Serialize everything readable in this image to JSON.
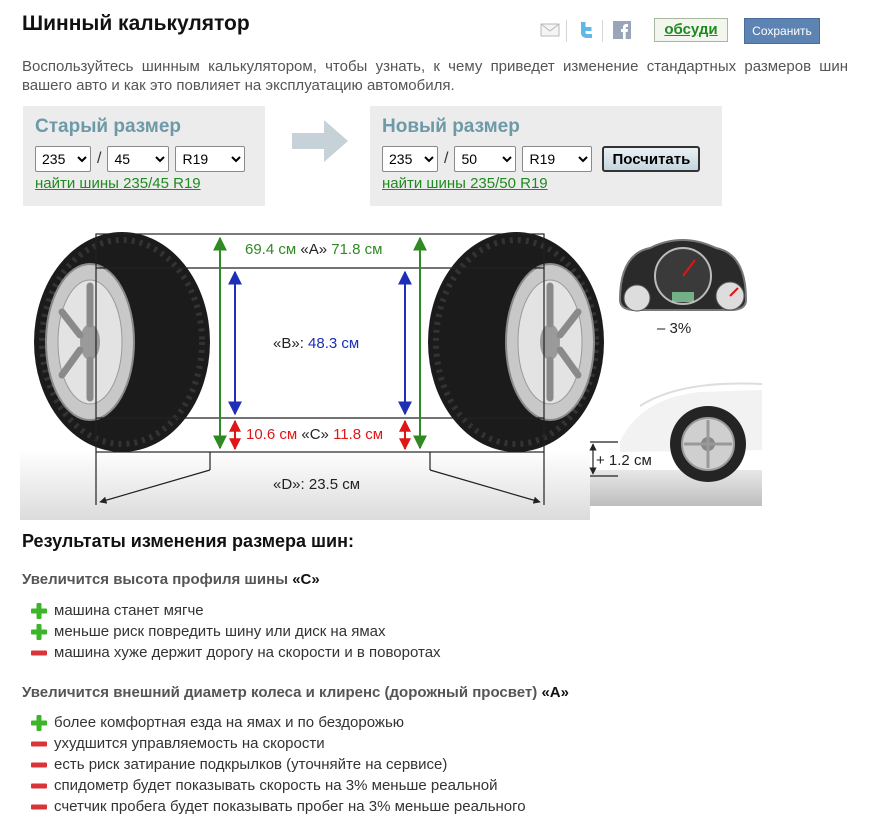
{
  "page": {
    "title": "Шинный калькулятор",
    "intro": "Воспользуйтесь шинным калькулятором, чтобы узнать, к чему приведет изменение стандартных размеров шин вашего авто и как это повлияет на эксплуатацию автомобиля."
  },
  "share": {
    "discuss_label": "обсуди",
    "save_label": "Сохранить",
    "icons": [
      "mail-icon",
      "twitter-icon",
      "facebook-icon"
    ]
  },
  "old_size": {
    "heading": "Старый размер",
    "width": "235",
    "profile": "45",
    "rim": "R19",
    "find_link": "найти шины 235/45 R19"
  },
  "new_size": {
    "heading": "Новый размер",
    "width": "235",
    "profile": "50",
    "rim": "R19",
    "calc_label": "Посчитать",
    "find_link": "найти шины 235/50 R19"
  },
  "diagram": {
    "a_old": "69.4 см",
    "a_name": "«A»",
    "a_new": "71.8 см",
    "b_name": "«B»:",
    "b_value": "48.3 см",
    "c_old": "10.6 см",
    "c_name": "«C»",
    "c_new": "11.8 см",
    "d_name": "«D»:",
    "d_value": "23.5 см",
    "speedometer_delta": "– 3%",
    "clearance_delta": "+ 1.2 см"
  },
  "colors": {
    "green": "#2e8b22",
    "blue": "#1c2fb6",
    "red": "#e01515",
    "heading_teal": "#6e9aa8",
    "panel_bg": "#ececec"
  },
  "results": {
    "title": "Результаты изменения размера шин:",
    "sections": [
      {
        "heading": "Увеличится высота профиля шины",
        "tag": "«C»",
        "items": [
          {
            "sign": "plus",
            "text": "машина станет мягче"
          },
          {
            "sign": "plus",
            "text": "меньше риск повредить шину или диск на ямах"
          },
          {
            "sign": "minus",
            "text": "машина хуже держит дорогу на скорости и в поворотах"
          }
        ]
      },
      {
        "heading": "Увеличится внешний диаметр колеса и клиренс (дорожный просвет)",
        "tag": "«A»",
        "items": [
          {
            "sign": "plus",
            "text": "более комфортная езда на ямах и по бездорожью"
          },
          {
            "sign": "minus",
            "text": "ухудшится управляемость на скорости"
          },
          {
            "sign": "minus",
            "text": "есть риск затирание подкрылков (уточняйте на сервисе)"
          },
          {
            "sign": "minus",
            "text": "спидометр будет показывать скорость на 3% меньше реальной"
          },
          {
            "sign": "minus",
            "text": "счетчик пробега будет показывать пробег на 3% меньше реального"
          }
        ]
      }
    ]
  }
}
